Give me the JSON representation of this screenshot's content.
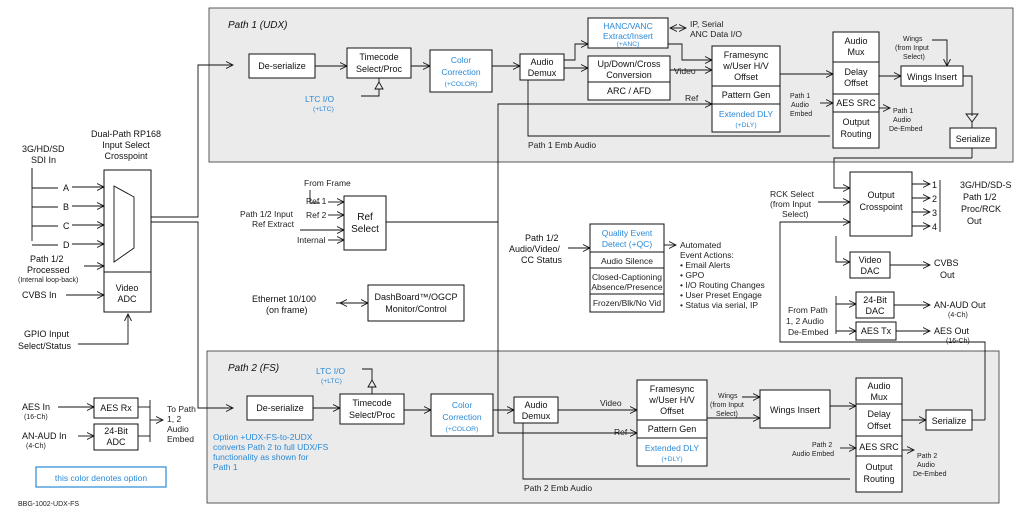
{
  "paths": {
    "p1_title": "Path 1 (UDX)",
    "p2_title": "Path 2 (FS)"
  },
  "p1": {
    "deser": "De-serialize",
    "tc1": "Timecode",
    "tc2": "Select/Proc",
    "cc1": "Color",
    "cc2": "Correction",
    "cc_opt": "(+COLOR)",
    "ltc": "LTC I/O",
    "ltc_opt": "(+LTC)",
    "demux1": "Audio",
    "demux2": "Demux",
    "hanc1": "HANC/VANC",
    "hanc2": "Extract/Insert",
    "hanc_opt": "(+ANC)",
    "ip1": "IP, Serial",
    "ip2": "ANC Data I/O",
    "udc1": "Up/Down/Cross",
    "udc2": "Conversion",
    "arc": "ARC / AFD",
    "video": "Video",
    "ref": "Ref",
    "fs1": "Framesync",
    "fs2": "w/User H/V",
    "fs3": "Offset",
    "pg": "Pattern Gen",
    "ext1": "Extended DLY",
    "ext2": "(+DLY)",
    "mux1": "Audio",
    "mux2": "Mux",
    "delay1": "Delay",
    "delay2": "Offset",
    "src": "AES SRC",
    "or1": "Output",
    "or2": "Routing",
    "embed1": "Path 1",
    "embed2": "Audio",
    "embed3": "Embed",
    "deemb1": "Path 1",
    "deemb2": "Audio",
    "deemb3": "De-Embed",
    "wings1": "Wings",
    "wings2": "(from Input",
    "wings3": "Select)",
    "wi": "Wings Insert",
    "ser": "Serialize",
    "emb_audio": "Path 1 Emb Audio"
  },
  "p2": {
    "ltc": "LTC I/O",
    "ltc_opt": "(+LTC)",
    "deser": "De-serialize",
    "tc1": "Timecode",
    "tc2": "Select/Proc",
    "cc1": "Color",
    "cc2": "Correction",
    "cc_opt": "(+COLOR)",
    "demux1": "Audio",
    "demux2": "Demux",
    "video": "Video",
    "ref": "Ref",
    "fs1": "Framesync",
    "fs2": "w/User H/V",
    "fs3": "Offset",
    "pg": "Pattern Gen",
    "ext1": "Extended DLY",
    "ext2": "(+DLY)",
    "wings1": "Wings",
    "wings2": "(from Input",
    "wings3": "Select)",
    "wi": "Wings Insert",
    "mux1": "Audio",
    "mux2": "Mux",
    "delay1": "Delay",
    "delay2": "Offset",
    "src": "AES SRC",
    "or1": "Output",
    "or2": "Routing",
    "embed1": "Path 2",
    "embed2": "Audio Embed",
    "deemb1": "Path 2",
    "deemb2": "Audio",
    "deemb3": "De-Embed",
    "ser": "Serialize",
    "emb_audio": "Path 2 Emb Audio",
    "note1": "Option +UDX-FS-to-2UDX",
    "note2": "converts Path 2 to full UDX/FS",
    "note3": "functionality as shown for",
    "note4": "Path 1"
  },
  "input": {
    "title1": "Dual-Path RP168",
    "title2": "Input Select",
    "title3": "Crosspoint",
    "sdi1": "3G/HD/SD",
    "sdi2": "SDI In",
    "a": "A",
    "b": "B",
    "c": "C",
    "d": "D",
    "proc1": "Path 1/2",
    "proc2": "Processed",
    "proc3": "(Internal loop-back)",
    "cvbs": "CVBS In",
    "vadc1": "Video",
    "vadc2": "ADC",
    "gpio1": "GPIO Input",
    "gpio2": "Select/Status"
  },
  "ref": {
    "from": "From Frame",
    "ref1": "Ref 1",
    "ref2": "Ref 2",
    "internal": "Internal",
    "ext1": "Path 1/2 Input",
    "ext2": "Ref Extract",
    "sel1": "Ref",
    "sel2": "Select"
  },
  "eth": {
    "lbl1": "Ethernet 10/100",
    "lbl2": "(on frame)",
    "box1": "DashBoard™/OGCP",
    "box2": "Monitor/Control"
  },
  "qc": {
    "status1": "Path 1/2",
    "status2": "Audio/Video/",
    "status3": "CC Status",
    "t1": "Quality Event",
    "t2": "Detect (+QC)",
    "r1": "Audio Silence",
    "r2a": "Closed-Captioning",
    "r2b": "Absence/Presence",
    "r3": "Frozen/Blk/No Vid",
    "act_title1": "Automated",
    "act_title2": "Event Actions:",
    "act": [
      "• Email Alerts",
      "• GPO",
      "• I/O Routing Changes",
      "• User Preset Engage",
      "• Status via serial, IP"
    ]
  },
  "outx": {
    "rck1": "RCK Select",
    "rck2": "(from Input",
    "rck3": "Select)",
    "box1": "Output",
    "box2": "Crosspoint",
    "n1": "1",
    "n2": "2",
    "n3": "3",
    "n4": "4",
    "o1": "3G/HD/SD-S",
    "o2": "Path 1/2",
    "o3": "Proc/RCK",
    "o4": "Out",
    "vdac1": "Video",
    "vdac2": "DAC",
    "cvbs1": "CVBS",
    "cvbs2": "Out",
    "from1": "From Path",
    "from2": "1, 2 Audio",
    "from3": "De-Embed",
    "dac1": "24-Bit",
    "dac2": "DAC",
    "anaud": "AN-AUD Out",
    "anaud_ch": "(4-Ch)",
    "aestx": "AES Tx",
    "aesout": "AES Out",
    "aesout_ch": "(16-Ch)"
  },
  "audio_in": {
    "aes": "AES In",
    "aes_ch": "(16-Ch)",
    "aesrx": "AES Rx",
    "an": "AN-AUD In",
    "an_ch": "(4-Ch)",
    "adc1": "24-Bit",
    "adc2": "ADC",
    "to1": "To Path",
    "to2": "1, 2",
    "to3": "Audio",
    "to4": "Embed"
  },
  "legend": "this color denotes option",
  "part": "BBG-1002-UDX-FS",
  "colors": {
    "option": "#2a8ad8",
    "panel": "#ebebeb",
    "line": "#111111"
  }
}
